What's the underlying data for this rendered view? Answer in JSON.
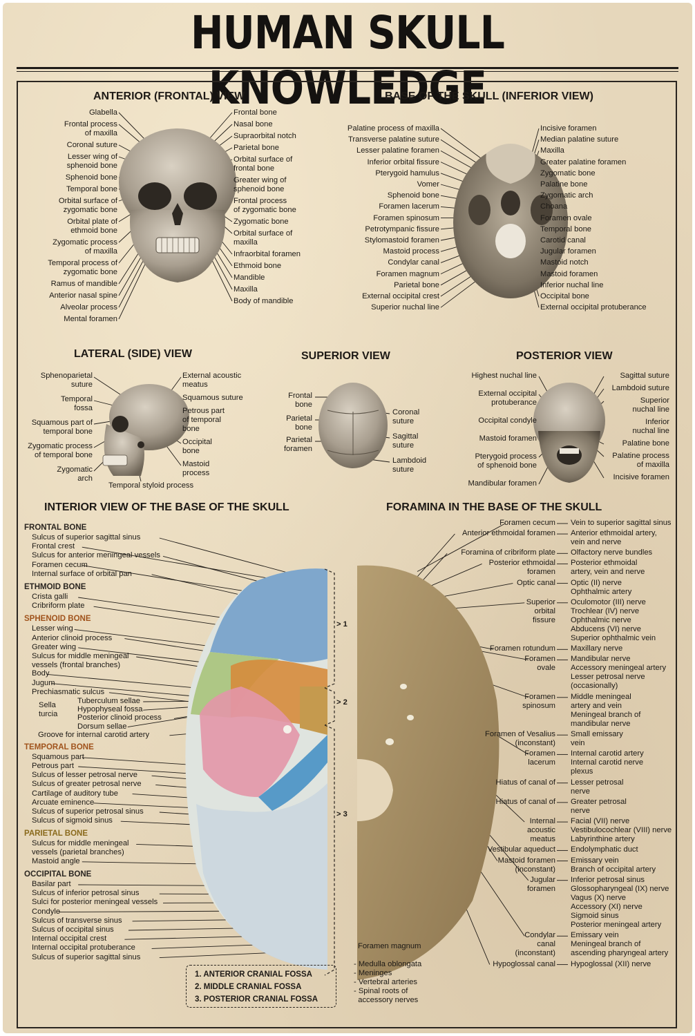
{
  "title": "HUMAN SKULL KNOWLEDGE",
  "sections": {
    "anterior": "ANTERIOR (FRONTAL) VIEW",
    "base": "BASE OF THE SKULL (INFERIOR VIEW)",
    "lateral": "LATERAL (SIDE) VIEW",
    "superior": "SUPERIOR VIEW",
    "posterior": "POSTERIOR VIEW",
    "interior": "INTERIOR VIEW OF THE BASE OF THE SKULL",
    "foramina": "FORAMINA IN THE BASE OF THE SKULL"
  },
  "anterior": {
    "left": [
      "Glabella",
      "Frontal process\nof maxilla",
      "Coronal suture",
      "Lesser wing of\nsphenoid bone",
      "Sphenoid bone",
      "Temporal bone",
      "Orbital surface of\nzygomatic bone",
      "Orbital plate of\nethmoid bone",
      "Zygomatic process\nof maxilla",
      "Temporal process of\nzygomatic bone",
      "Ramus of mandible",
      "Anterior nasal spine",
      "Alveolar process",
      "Mental foramen"
    ],
    "right": [
      "Frontal bone",
      "Nasal bone",
      "Supraorbital notch",
      "Parietal bone",
      "Orbital surface of\nfrontal bone",
      "Greater wing of\nsphenoid bone",
      "Frontal process\nof zygomatic bone",
      "Zygomatic bone",
      "Orbital surface of\nmaxilla",
      "Infraorbital foramen",
      "Ethmoid bone",
      "Mandible",
      "Maxilla",
      "Body of mandible"
    ]
  },
  "base": {
    "left": [
      "Palatine process of maxilla",
      "Transverse palatine suture",
      "Lesser palatine foramen",
      "Inferior orbital fissure",
      "Pterygoid hamulus",
      "Vomer",
      "Sphenoid bone",
      "Foramen lacerum",
      "Foramen spinosum",
      "Petrotympanic fissure",
      "Stylomastoid foramen",
      "Mastoid process",
      "Condylar canal",
      "Foramen magnum",
      "Parietal bone",
      "External occipital crest",
      "Superior nuchal line"
    ],
    "right": [
      "Incisive foramen",
      "Median palatine suture",
      "Maxilla",
      "Greater palatine foramen",
      "Zygomatic bone",
      "Palatine bone",
      "Zygomatic arch",
      "Choana",
      "Foramen ovale",
      "Temporal bone",
      "Carotid canal",
      "Jugular foramen",
      "Mastoid notch",
      "Mastoid foramen",
      "Inferior nuchal line",
      "Occipital bone",
      "External occipital protuberance"
    ]
  },
  "lateral": {
    "left": [
      "Sphenoparietal\nsuture",
      "Temporal\nfossa",
      "Squamous part of\ntemporal bone",
      "Zygomatic process\nof temporal bone",
      "Zygomatic\narch"
    ],
    "right": [
      "External acoustic\nmeatus",
      "Squamous suture",
      "Petrous part\nof temporal\nbone",
      "Occipital\nbone",
      "Mastoid\nprocess"
    ],
    "bottom": "Temporal styloid process"
  },
  "superior": {
    "left": [
      "Frontal\nbone",
      "Parietal\nbone",
      "Parietal\nforamen"
    ],
    "right": [
      "Coronal\nsuture",
      "Sagittal\nsuture",
      "Lambdoid\nsuture"
    ]
  },
  "posterior": {
    "left": [
      "Highest nuchal line",
      "External occipital\nprotuberance",
      "Occipital condyle",
      "Mastoid foramen",
      "Pterygoid process\nof sphenoid bone",
      "Mandibular foramen"
    ],
    "right": [
      "Sagittal suture",
      "Lambdoid suture",
      "Superior\nnuchal line",
      "Inferior\nnuchal line",
      "Palatine bone",
      "Palatine process\nof maxilla",
      "Incisive foramen"
    ]
  },
  "interior": {
    "groups": [
      {
        "title": "FRONTAL BONE",
        "color": "dark",
        "items": [
          "Sulcus of superior sagittal sinus",
          "Frontal crest",
          "Sulcus for anterior meningeal vessels",
          "Foramen cecum",
          "Internal surface of orbital pan"
        ]
      },
      {
        "title": "ETHMOID BONE",
        "color": "dark",
        "items": [
          "Crista galli",
          "Cribriform plate"
        ]
      },
      {
        "title": "SPHENOID BONE",
        "color": "orange",
        "items": [
          "Lesser wing",
          "Anterior clinoid process",
          "Greater wing",
          "Sulcus for middle meningeal\nvessels (frontal branches)",
          "Body",
          "Jugum",
          "Prechiasmatic sulcus"
        ]
      },
      {
        "title": "TEMPORAL BONE",
        "color": "orange",
        "items": [
          "Squamous part",
          "Petrous part",
          "Sulcus of lesser petrosal nerve",
          "Sulcus of greater petrosal nerve",
          "Cartilage of auditory tube",
          "Arcuate eminence",
          "Sulcus of superior petrosal sinus",
          "Sulcus of sigmoid sinus"
        ]
      },
      {
        "title": "PARIETAL BONE",
        "color": "gold",
        "items": [
          "Sulcus for middle meningeal\nvessels (parietal branches)",
          "Mastoid angle"
        ]
      },
      {
        "title": "OCCIPITAL BONE",
        "color": "dark",
        "items": [
          "Basilar part",
          "Sulcus of inferior petrosal sinus",
          "Sulci for posterior meningeal vessels",
          "Condyle",
          "Sulcus of transverse sinus",
          "Sulcus of occipital sinus",
          "Internal occipital crest",
          "Internal occipital protuberance",
          "Sulcus of superior sagittal sinus"
        ]
      }
    ],
    "sella": {
      "label": "Sella\nturcia",
      "items": [
        "Tuberculum sellae",
        "Hypophyseal fossa",
        "Posterior clinoid process",
        "Dorsum sellae"
      ]
    },
    "groove": "Groove for internal carotid artery",
    "fossa_numbers": [
      "1",
      "2",
      "3"
    ],
    "legend": [
      "1. ANTERIOR CRANIAL FOSSA",
      "2. MIDDLE CRANIAL FOSSA",
      "3. POSTERIOR CRANIAL FOSSA"
    ]
  },
  "foramina": {
    "rows": [
      {
        "name": "Foramen cecum",
        "content": "Vein to superior sagittal sinus"
      },
      {
        "name": "Anterior ethmoidal foramen",
        "content": "Anterior ethmoidal artery,\nvein and nerve"
      },
      {
        "name": "Foramina of cribriform plate",
        "content": "Olfactory nerve bundles"
      },
      {
        "name": "Posterior ethmoidal\nforamen",
        "content": "Posterior ethmoidal\nartery, vein and nerve"
      },
      {
        "name": "Optic canal",
        "content": "Optic (II) nerve\nOphthalmic artery"
      },
      {
        "name": "Superior\norbital\nfissure",
        "content": "Oculomotor (III) nerve\nTrochlear (IV) nerve\nOphthalmic nerve\nAbducens (VI) nerve\nSuperior ophthalmic vein"
      },
      {
        "name": "Foramen rotundum",
        "content": "Maxillary nerve"
      },
      {
        "name": "Foramen\novale",
        "content": "Mandibular nerve\nAccessory meningeal artery\nLesser petrosal nerve\n(occasionally)"
      },
      {
        "name": "Foramen\nspinosum",
        "content": "Middle meningeal\nartery and vein\nMeningeal branch of\nmandibular nerve"
      },
      {
        "name": "Foramen of Vesalius\n(inconstant)",
        "content": "Small emissary\nvein"
      },
      {
        "name": "Foramen\nlacerum",
        "content": "Internal carotid artery\nInternal carotid nerve\nplexus"
      },
      {
        "name": "Hiatus of canal of",
        "content": "Lesser petrosal\nnerve"
      },
      {
        "name": "Hiatus of canal of",
        "content": "Greater petrosal\nnerve"
      },
      {
        "name": "Internal\nacoustic\nmeatus",
        "content": "Facial (VII) nerve\nVestibulocochlear (VIII) nerve\nLabyrinthine artery"
      },
      {
        "name": "Vestibular aqueduct",
        "content": "Endolymphatic duct"
      },
      {
        "name": "Mastoid foramen\n(inconstant)",
        "content": "Emissary vein\nBranch of occipital artery"
      },
      {
        "name": "Jugular\nforamen",
        "content": "Inferior petrosal sinus\nGlossopharyngeal (IX) nerve\nVagus (X) nerve\nAccessory (XI) nerve\nSigmoid sinus\nPosterior meningeal artery"
      },
      {
        "name": "Condylar\ncanal\n(inconstant)",
        "content": "Emissary vein\nMeningeal branch of\nascending pharyngeal artery"
      },
      {
        "name": "Hypoglossal canal",
        "content": "Hypoglossal (XII) nerve"
      }
    ],
    "magnum": {
      "name": "Foramen magnum",
      "content": "- Medulla oblongata\n- Meninges\n- Vertebral arteries\n- Spinal roots of\n  accessory nerves"
    }
  }
}
